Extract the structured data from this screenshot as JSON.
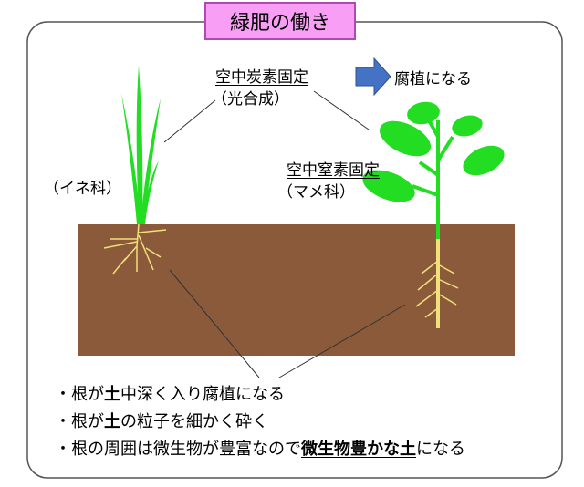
{
  "title": "緑肥の働き",
  "grass": {
    "process": "空中炭素固定",
    "process_sub": "（光合成）",
    "family": "（イネ科）"
  },
  "legume": {
    "process": "空中窒素固定",
    "family": "（マメ科）",
    "result": "腐植になる"
  },
  "bullets": [
    {
      "parts": [
        {
          "text": "・根が"
        },
        {
          "text": "土",
          "bold": true
        },
        {
          "text": "中深く入り腐植になる"
        }
      ]
    },
    {
      "parts": [
        {
          "text": "・根が"
        },
        {
          "text": "土",
          "bold": true
        },
        {
          "text": "の粒子を細かく砕く"
        }
      ]
    },
    {
      "parts": [
        {
          "text": "・根の周囲は微生物が豊富なので"
        },
        {
          "text": "微生物豊かな土",
          "bold": true,
          "underline": true
        },
        {
          "text": "になる"
        }
      ]
    }
  ],
  "colors": {
    "soil": "#8a5a3a",
    "leaf": "#22dd22",
    "root": "#f2e07a",
    "arrow": "#4472c4",
    "title_bg": "#f99ef5"
  }
}
